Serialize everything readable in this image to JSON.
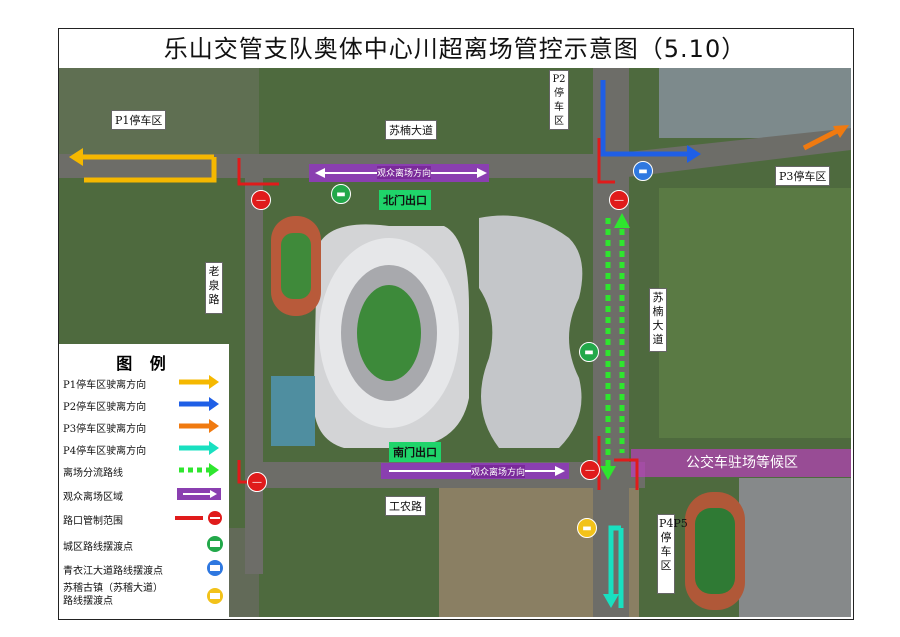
{
  "title": "乐山交管支队奥体中心川超离场管控示意图（5.10）",
  "parking": {
    "p1": "P1停车区",
    "p2": "P2停车区",
    "p3": "P3停车区",
    "p45": "P4P5停车区"
  },
  "roads": {
    "sunan_top": "苏楠大道",
    "sunan_right": "苏楠大道",
    "laoquan": "老泉路",
    "gongnong": "工农路"
  },
  "exits": {
    "north": "北门出口",
    "south": "南门出口"
  },
  "spectator_label": "观众离场方向",
  "bus_wait_area": "公交车驻场等候区",
  "legend": {
    "title": "图 例",
    "items": [
      {
        "label": "P1停车区驶离方向",
        "color": "#f5b800"
      },
      {
        "label": "P2停车区驶离方向",
        "color": "#1f5fe6"
      },
      {
        "label": "P3停车区驶离方向",
        "color": "#f07a10"
      },
      {
        "label": "P4停车区驶离方向",
        "color": "#19e0c0"
      },
      {
        "label": "离场分流路线",
        "color": "#2ee62e"
      },
      {
        "label": "观众离场区域",
        "color": "#8a3fb0"
      },
      {
        "label": "路口管制范围",
        "color": "#e01b1b"
      },
      {
        "label": "城区路线摆渡点",
        "color": "#22a84a"
      },
      {
        "label": "青衣江大道路线摆渡点",
        "color": "#2f78e0"
      },
      {
        "label": "苏稽古镇（苏稽大道）路线摆渡点",
        "color": "#f2c21a"
      }
    ]
  }
}
